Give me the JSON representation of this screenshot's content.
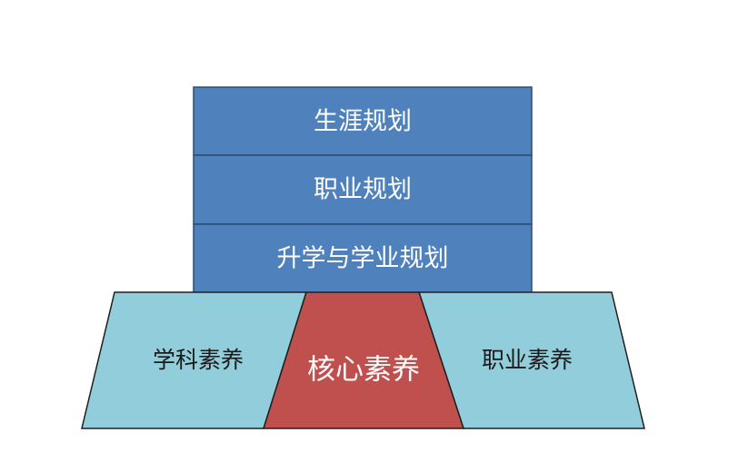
{
  "colors": {
    "stack_fill": "#4F81BD",
    "stack_stroke": "#2B4C73",
    "side_fill": "#92CDDC",
    "core_fill": "#C0504D",
    "outline": "#1F1F1F"
  },
  "stack": {
    "top": "生涯规划",
    "middle": "职业规划",
    "bottom": "升学与学业规划"
  },
  "base": {
    "left": "学科素养",
    "center": "核心素养",
    "right": "职业素养"
  }
}
